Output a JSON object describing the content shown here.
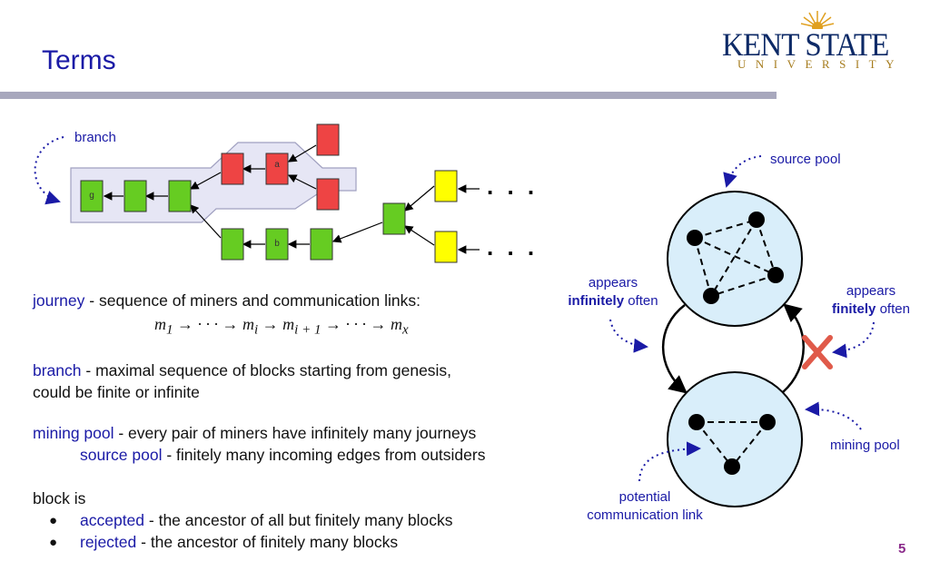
{
  "title": "Terms",
  "logo": {
    "name": "KENT STATE",
    "sub": "UNIVERSITY"
  },
  "diagram": {
    "branch_label": "branch",
    "block_g": "g",
    "block_a": "a",
    "block_b": "b",
    "dots": ". . .",
    "source_pool_label": "source pool",
    "appears_inf_1": "appears",
    "appears_inf_bold": "infinitely",
    "appears_inf_2": "often",
    "appears_fin_1": "appears",
    "appears_fin_bold": "finitely",
    "appears_fin_2": "often",
    "mining_pool_label": "mining pool",
    "potential_1": "potential",
    "potential_2": "communication link"
  },
  "terms": {
    "journey_term": "journey",
    "journey_def": " - sequence of miners and communication links:",
    "journey_formula": "m",
    "branch_term": "branch",
    "branch_def_1": " - maximal sequence of blocks starting from genesis,",
    "branch_def_2": "could be finite or infinite",
    "mining_pool_term": "mining pool",
    "mining_pool_def": " - every pair of miners have infinitely many journeys",
    "source_pool_term": "source pool",
    "source_pool_def": " - finitely many incoming edges from outsiders",
    "block_is": "block is",
    "accepted_term": "accepted",
    "accepted_def": " -  the ancestor of all but finitely many blocks",
    "rejected_term": "rejected",
    "rejected_def": " - the ancestor of finitely many blocks"
  },
  "page_number": "5",
  "colors": {
    "green": "#66cc22",
    "red": "#ee4444",
    "yellow": "#ffff00",
    "pool": "#d9eefa",
    "accent": "#1a1aa6"
  }
}
